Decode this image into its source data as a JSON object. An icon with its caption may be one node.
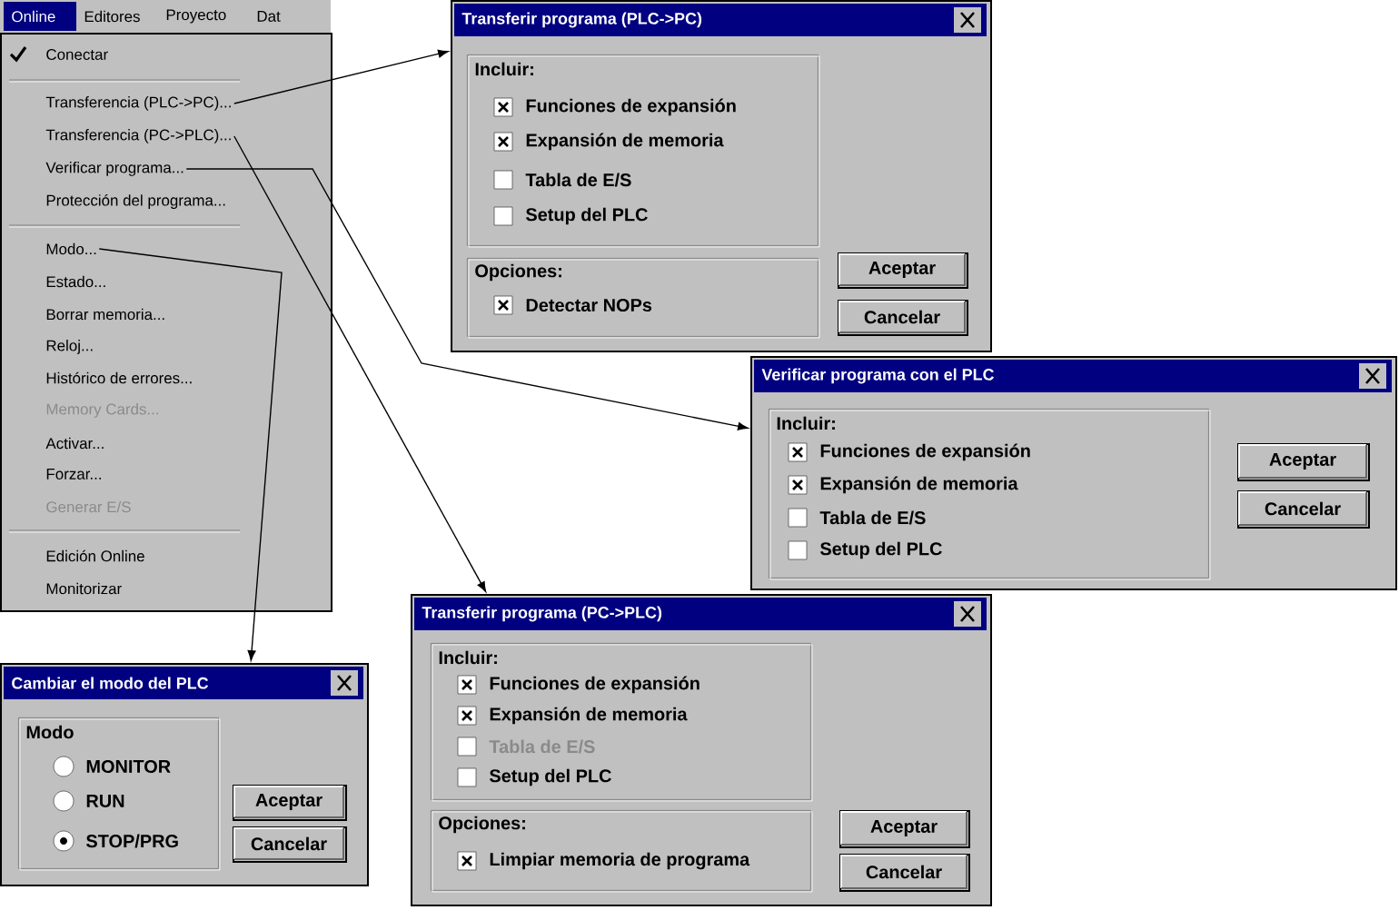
{
  "diagram": {
    "nodes": [
      {
        "text": [],
        "shape": "box"
      },
      {
        "text": [
          "Conectar"
        ],
        "in": 0
      },
      {
        "text": [
          "Transferencia (PLC->PC)..."
        ],
        "in": 0
      },
      {
        "text": [
          "Transferencia (PC->PLC)..."
        ],
        "in": 0
      },
      {
        "text": [
          "Verificar programa..."
        ],
        "in": 0
      },
      {
        "text": [
          "Protección del programa..."
        ],
        "in": 0
      },
      {
        "text": [
          "Modo..."
        ],
        "in": 0
      },
      {
        "text": [
          "Estado..."
        ],
        "in": 0
      },
      {
        "text": [
          "Borrar memoria..."
        ],
        "in": 0
      },
      {
        "text": [
          "Reloj..."
        ],
        "in": 0
      },
      {
        "text": [
          "Histórico de errores..."
        ],
        "in": 0
      },
      {
        "text": [
          "Memory Cards..."
        ],
        "in": 0
      },
      {
        "text": [
          "Activar..."
        ],
        "in": 0
      },
      {
        "text": [
          "Forzar..."
        ],
        "in": 0
      },
      {
        "text": [
          "Generar E/S"
        ],
        "in": 0
      },
      {
        "text": [
          "Edición Online"
        ],
        "in": 0
      },
      {
        "text": [
          "Monitorizar"
        ],
        "in": 0
      },
      {
        "text": [
          "Transferir programa (PLC->PC)"
        ]
      },
      {
        "text": [
          "Incluir:"
        ],
        "in": 17
      },
      {
        "text": [
          "Funciones de expansión"
        ],
        "in": 18
      },
      {
        "text": [
          "Expansión de memoria"
        ],
        "in": 18
      },
      {
        "text": [
          "Tabla de E/S"
        ],
        "in": 18
      },
      {
        "text": [
          "Setup del PLC"
        ],
        "in": 18
      },
      {
        "text": [
          "Opciones:"
        ],
        "in": 17
      },
      {
        "text": [
          "Detectar NOPs"
        ],
        "in": 23
      },
      {
        "text": [
          "Aceptar"
        ],
        "in": 17
      },
      {
        "text": [
          "Cancelar"
        ],
        "in": 17
      },
      {
        "text": [
          "Transferir programa (PC->PLC)"
        ]
      },
      {
        "text": [
          "Incluir:"
        ],
        "in": 27
      },
      {
        "text": [
          "Funciones de expansión"
        ],
        "in": 28
      },
      {
        "text": [
          "Expansión de memoria"
        ],
        "in": 28
      },
      {
        "text": [
          "Tabla de E/S"
        ],
        "in": 28
      },
      {
        "text": [
          "Setup del PLC"
        ],
        "in": 28
      },
      {
        "text": [
          "Opciones:"
        ],
        "in": 27
      },
      {
        "text": [
          "Limpiar memoria de programa"
        ],
        "in": 33
      },
      {
        "text": [
          "Aceptar"
        ],
        "in": 27
      },
      {
        "text": [
          "Cancelar"
        ],
        "in": 27
      },
      {
        "text": [
          "Verificar programa con el PLC"
        ]
      },
      {
        "text": [
          "Incluir:"
        ],
        "in": 37
      },
      {
        "text": [
          "Funciones de expansión"
        ],
        "in": 38
      },
      {
        "text": [
          "Expansión de memoria"
        ],
        "in": 38
      },
      {
        "text": [
          "Tabla de E/S"
        ],
        "in": 38
      },
      {
        "text": [
          "Setup del PLC"
        ],
        "in": 38
      },
      {
        "text": [
          "Aceptar"
        ],
        "in": 37
      },
      {
        "text": [
          "Cancelar"
        ],
        "in": 37
      },
      {
        "text": [
          "Cambiar el modo del PLC"
        ]
      },
      {
        "text": [
          "Modo"
        ],
        "in": 45
      },
      {
        "text": [
          "MONITOR"
        ],
        "in": 46
      },
      {
        "text": [
          "RUN"
        ],
        "in": 46
      },
      {
        "text": [
          "STOP/PRG"
        ],
        "in": 46
      },
      {
        "text": [
          "Aceptar"
        ],
        "in": 45
      },
      {
        "text": [
          "Cancelar"
        ],
        "in": 45
      }
    ],
    "edges": [
      {
        "from": 2,
        "to": 17,
        "arrow": "to"
      },
      {
        "from": 3,
        "to": 27,
        "arrow": "to"
      },
      {
        "from": 4,
        "to": 37,
        "arrow": "to"
      },
      {
        "from": 6,
        "to": 45,
        "arrow": "to"
      }
    ],
    "labels": [
      "Online",
      "Editores",
      "Proyecto",
      "Dat"
    ]
  }
}
